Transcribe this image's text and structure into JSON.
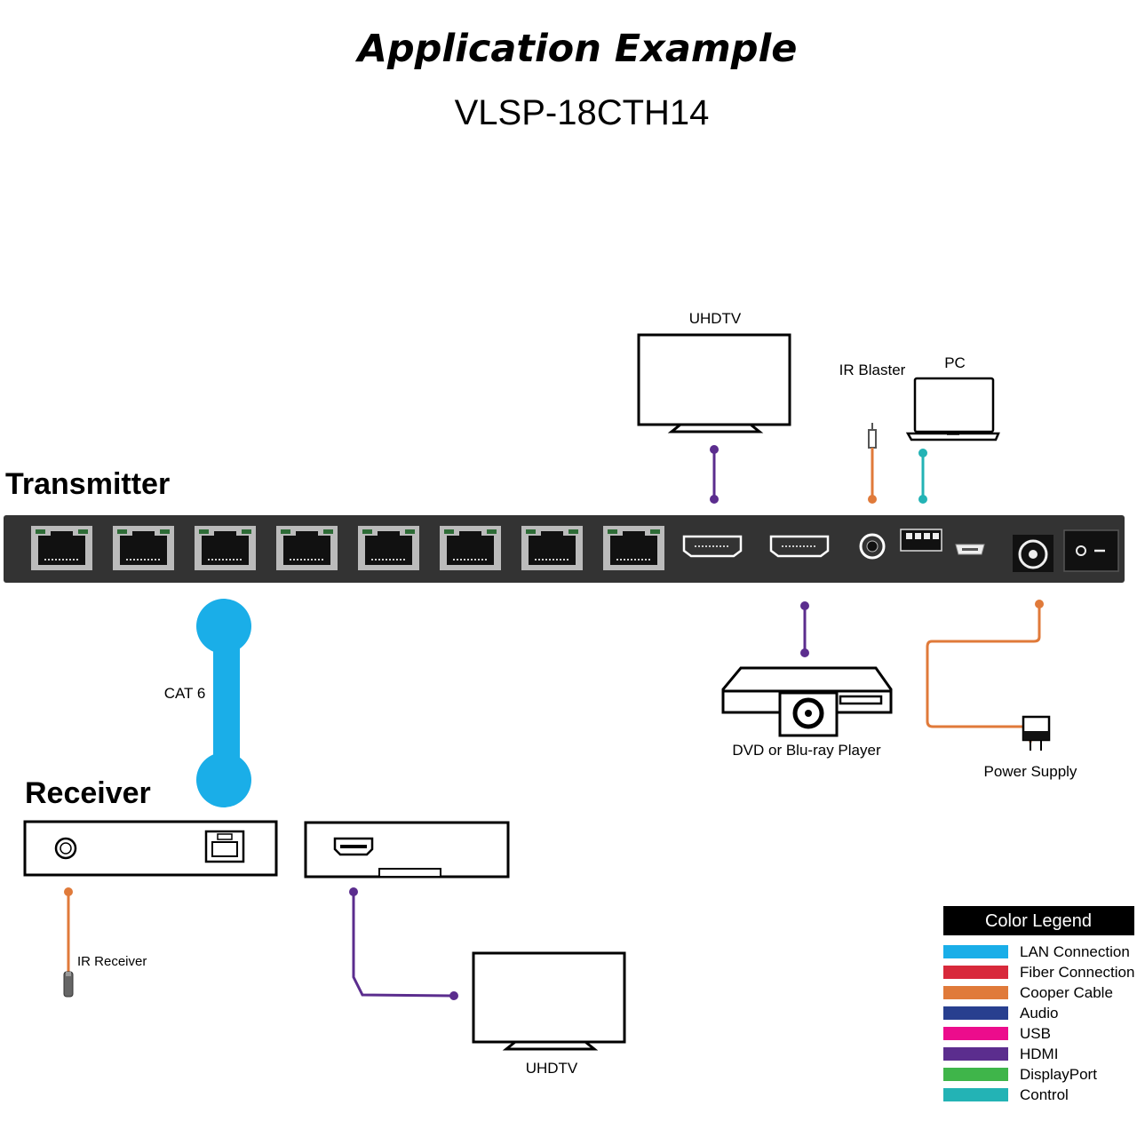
{
  "title": "Application Example",
  "model": "VLSP-18CTH14",
  "sections": {
    "transmitter": "Transmitter",
    "receiver": "Receiver"
  },
  "devices": {
    "uhdtv_top": "UHDTV",
    "ir_blaster": "IR Blaster",
    "pc": "PC",
    "dvd_player": "DVD or Blu-ray Player",
    "power_supply": "Power Supply",
    "ir_receiver": "IR Receiver",
    "uhdtv_bottom": "UHDTV"
  },
  "cable_label": "CAT 6",
  "colors": {
    "lan": "#1aaee8",
    "fiber": "#d8293b",
    "copper": "#e07a3a",
    "audio": "#283f8f",
    "usb": "#ec0c8c",
    "hdmi": "#5b2d8e",
    "displayport": "#3fb54a",
    "control": "#23b3b5",
    "device_body": "#333333"
  },
  "legend": {
    "title": "Color Legend",
    "items": [
      {
        "label": "LAN Connection",
        "color": "#1aaee8"
      },
      {
        "label": "Fiber Connection",
        "color": "#d8293b"
      },
      {
        "label": "Cooper Cable",
        "color": "#e07a3a"
      },
      {
        "label": "Audio",
        "color": "#283f8f"
      },
      {
        "label": "USB",
        "color": "#ec0c8c"
      },
      {
        "label": "HDMI",
        "color": "#5b2d8e"
      },
      {
        "label": "DisplayPort",
        "color": "#3fb54a"
      },
      {
        "label": "Control",
        "color": "#23b3b5"
      }
    ]
  }
}
